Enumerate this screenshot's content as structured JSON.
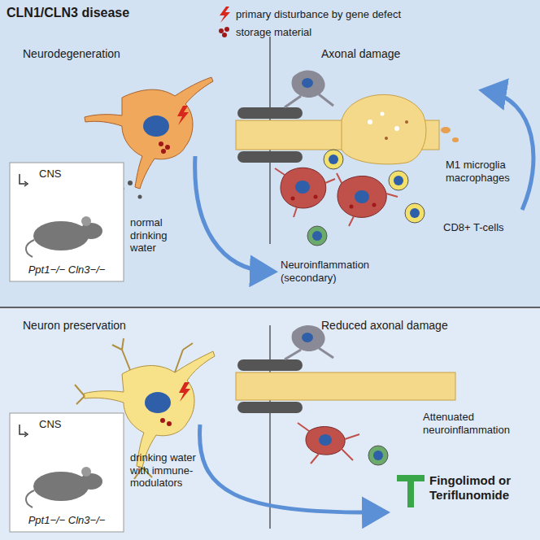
{
  "diagram": {
    "title": "CLN1/CLN3 disease",
    "nodes": [
      {
        "text": [
          "CNS",
          "Ppt1−/− Cln3−/−"
        ]
      },
      {
        "text": [
          "CNS",
          "Ppt1−/− Cln3−/−"
        ]
      }
    ],
    "labels": [
      "Neurodegeneration",
      "Axonal damage",
      "normal drinking water",
      "M1 microglia macrophages",
      "CD8+ T-cells",
      "Neuroinflammation (secondary)",
      "Neuron preservation",
      "Reduced axonal damage",
      "drinking water with immune-modulators",
      "Attenuated neuroinflammation",
      "Fingolimod or Teriflunomide"
    ],
    "legend": [
      {
        "text": "primary disturbance by gene defect"
      },
      {
        "text": "storage material"
      }
    ]
  }
}
